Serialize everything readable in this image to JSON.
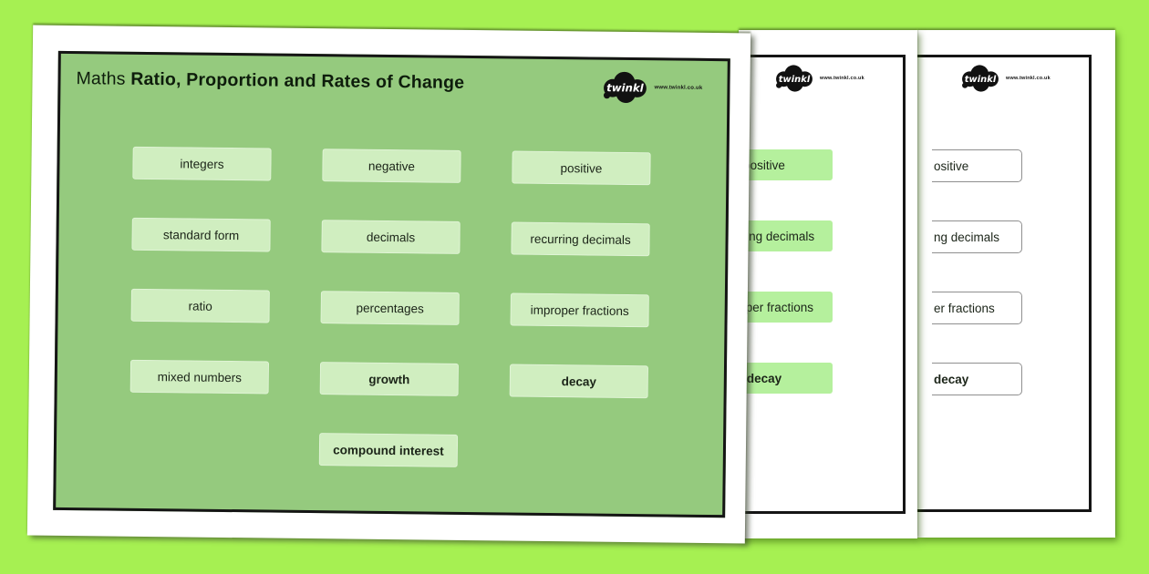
{
  "front_page": {
    "title_prefix": "Maths",
    "title_main": "Ratio, Proportion and Rates of Change",
    "logo": {
      "brand": "twinkl",
      "url": "www.twinkl.co.uk"
    },
    "cards": [
      {
        "label": "integers",
        "row": 1,
        "col": 1,
        "bold": false
      },
      {
        "label": "negative",
        "row": 1,
        "col": 2,
        "bold": false
      },
      {
        "label": "positive",
        "row": 1,
        "col": 3,
        "bold": false
      },
      {
        "label": "standard form",
        "row": 2,
        "col": 1,
        "bold": false
      },
      {
        "label": "decimals",
        "row": 2,
        "col": 2,
        "bold": false
      },
      {
        "label": "recurring decimals",
        "row": 2,
        "col": 3,
        "bold": false
      },
      {
        "label": "ratio",
        "row": 3,
        "col": 1,
        "bold": false
      },
      {
        "label": "percentages",
        "row": 3,
        "col": 2,
        "bold": false
      },
      {
        "label": "improper fractions",
        "row": 3,
        "col": 3,
        "bold": false
      },
      {
        "label": "mixed numbers",
        "row": 4,
        "col": 1,
        "bold": false
      },
      {
        "label": "growth",
        "row": 4,
        "col": 2,
        "bold": true
      },
      {
        "label": "decay",
        "row": 4,
        "col": 3,
        "bold": true
      },
      {
        "label": "compound interest",
        "row": 5,
        "col": 2,
        "bold": true
      }
    ]
  },
  "middle_page": {
    "logo": {
      "brand": "twinkl",
      "url": "www.twinkl.co.uk"
    },
    "cards": [
      {
        "label": "positive",
        "row": 1,
        "bold": false
      },
      {
        "label": "recurring decimals",
        "row": 2,
        "bold": false
      },
      {
        "label": "improper fractions",
        "row": 3,
        "bold": false
      },
      {
        "label": "decay",
        "row": 4,
        "bold": true
      }
    ]
  },
  "back_page": {
    "logo": {
      "brand": "twinkl",
      "url": "www.twinkl.co.uk"
    },
    "cards": [
      {
        "label": "ositive",
        "row": 1,
        "bold": false
      },
      {
        "label": "ng decimals",
        "row": 2,
        "bold": false
      },
      {
        "label": "er fractions",
        "row": 3,
        "bold": false
      },
      {
        "label": "decay",
        "row": 4,
        "bold": true
      }
    ]
  },
  "colors": {
    "background": "#a6f052",
    "panel_green": "#95ca7e",
    "card_light_green": "#d0eec0",
    "card_bright_green": "#b5f09d",
    "panel_border_black": "#151515",
    "card_outline_gray": "#8f8f8f"
  }
}
